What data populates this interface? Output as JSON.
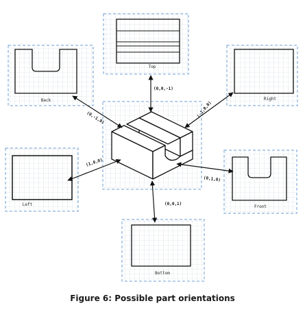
{
  "caption": "Figure 6: Possible part orientations",
  "colors": {
    "frame": "#6b9fd4",
    "grid": "#c9d3dc",
    "line": "#111111"
  },
  "views": {
    "top": "Top",
    "back": "Back",
    "right": "Right",
    "left": "Left",
    "front": "Front",
    "bottom": "Bottom"
  },
  "orientations": {
    "top": "(0,0,-1)",
    "back": "(0,-1,0)",
    "right": "(-1,0,0)",
    "left": "(1,0,0)",
    "front": "(0,1,0)",
    "bottom": "(0,0,1)"
  }
}
